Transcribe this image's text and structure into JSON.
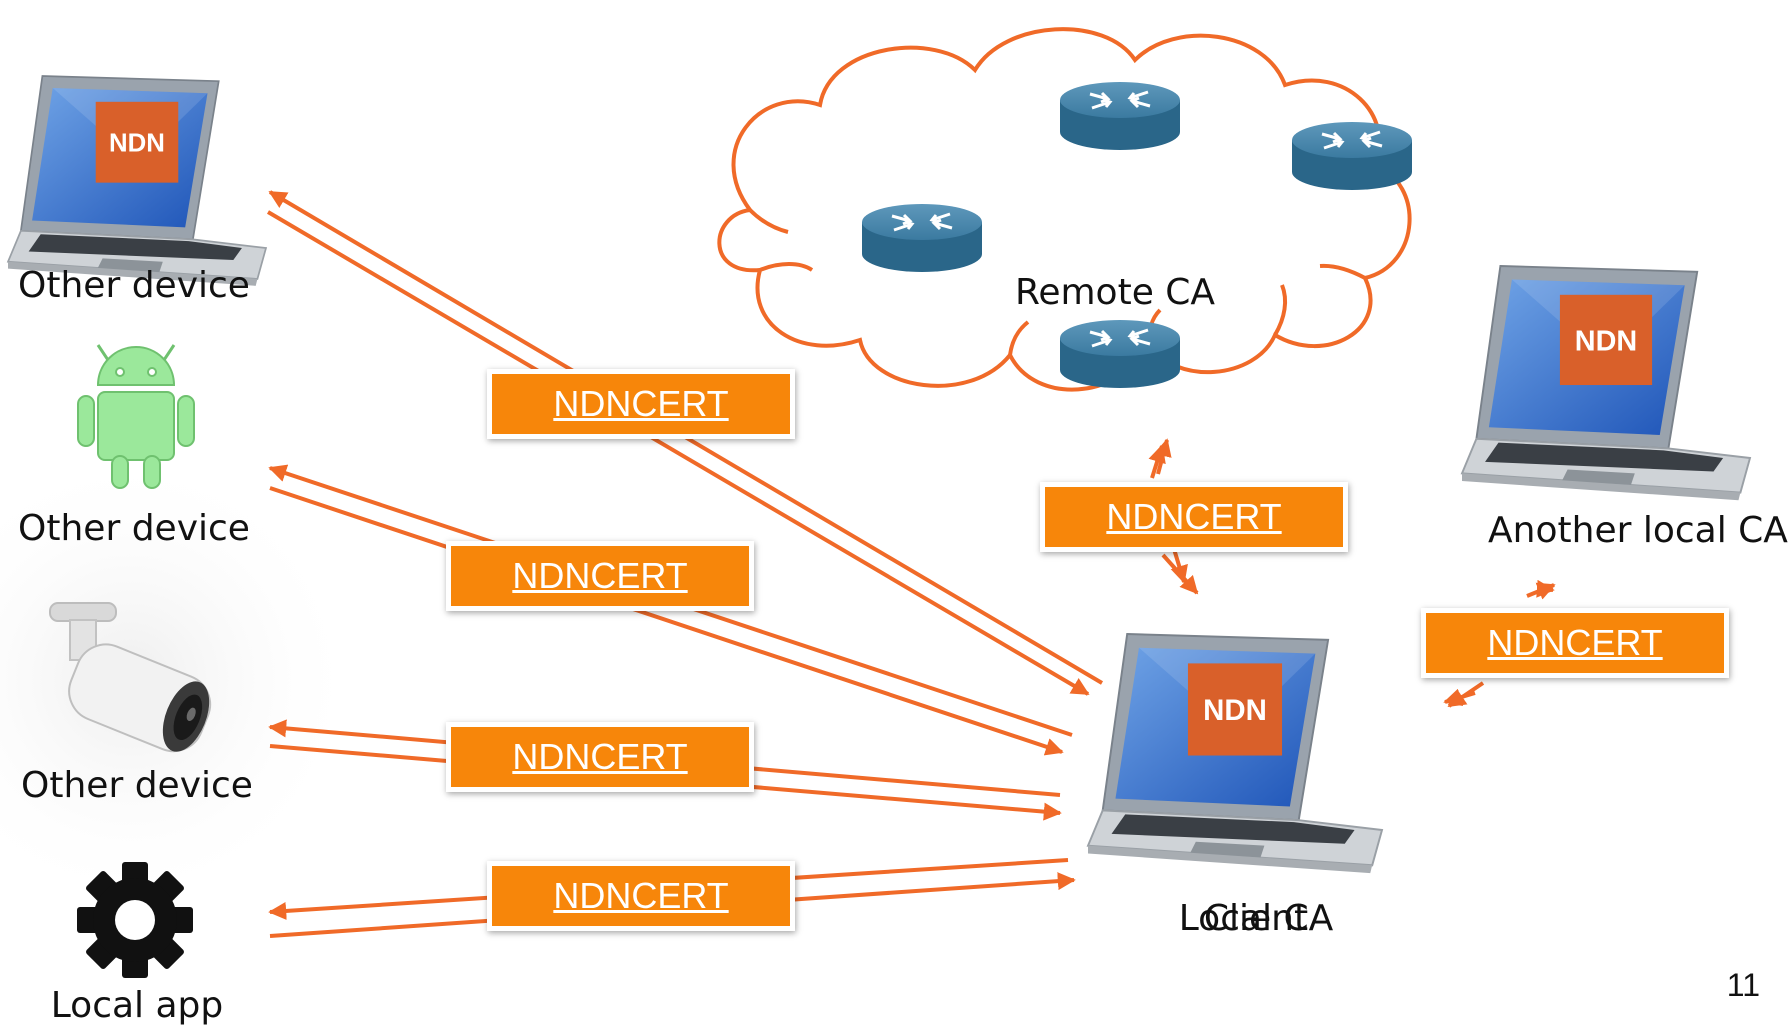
{
  "devices": {
    "laptop_top": "Other device",
    "android": "Other device",
    "camera": "Other device",
    "local_app": "Local app"
  },
  "cloud": {
    "label": "Remote CA"
  },
  "right_laptop": {
    "label": "Another local CA",
    "badge": "NDN"
  },
  "center_laptop": {
    "label_a": "Local CA",
    "label_b": "Client",
    "badge": "NDN"
  },
  "laptop_badge": "NDN",
  "protocol_tags": [
    "NDNCERT",
    "NDNCERT",
    "NDNCERT",
    "NDNCERT",
    "NDNCERT",
    "NDNCERT"
  ],
  "page_number": "11",
  "colors": {
    "arrow": "#f06a28",
    "tag": "#f7860a",
    "badge": "#d9602a",
    "router": "#2f6d8f"
  }
}
